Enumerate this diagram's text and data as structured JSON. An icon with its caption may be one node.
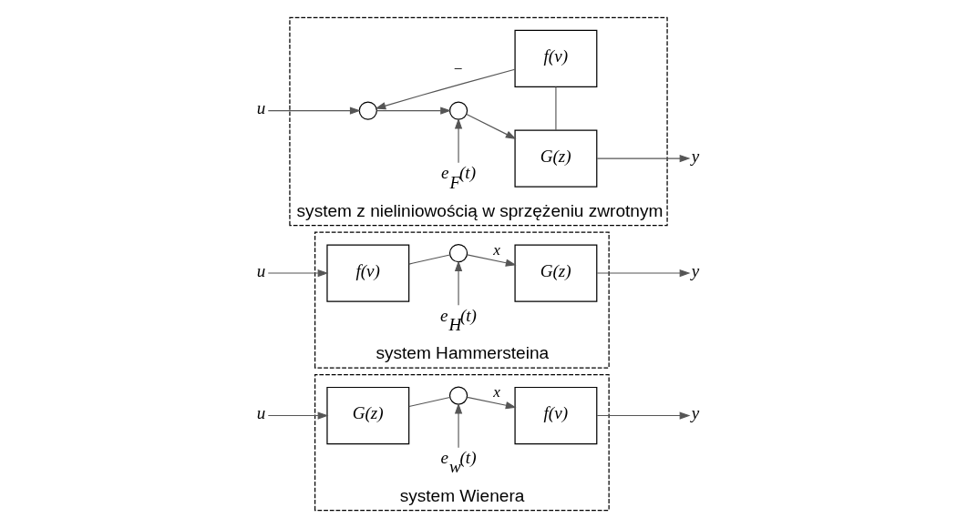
{
  "diagram": {
    "nodes": [
      {
        "text": [
          "system Wienera"
        ]
      },
      {
        "text": [
          "G(z)"
        ],
        "in": 0
      },
      {
        "text": [],
        "shape": "circle",
        "in": 0
      },
      {
        "text": [
          "f(v)"
        ],
        "in": 0
      },
      {
        "text": [
          "u"
        ]
      },
      {
        "text": [
          "y"
        ]
      },
      {
        "text": [
          "e$_{w}$(t)"
        ],
        "in": 0
      },
      {
        "text": [
          "system Hammersteina"
        ]
      },
      {
        "text": [
          "f(v)"
        ],
        "in": 7
      },
      {
        "text": [],
        "shape": "circle",
        "in": 7
      },
      {
        "text": [
          "G(z)"
        ],
        "in": 7
      },
      {
        "text": [
          "u"
        ]
      },
      {
        "text": [
          "y"
        ]
      },
      {
        "text": [
          "e$_{H}$(t)"
        ],
        "in": 7
      },
      {
        "text": [
          "system z nieliniowością w sprzężeniu zwrotnym"
        ]
      },
      {
        "text": [],
        "shape": "circle",
        "in": 14
      },
      {
        "text": [],
        "shape": "circle",
        "in": 14
      },
      {
        "text": [
          "G(z)"
        ],
        "in": 14
      },
      {
        "text": [
          "f(v)"
        ],
        "in": 14
      },
      {
        "text": [
          "u"
        ]
      },
      {
        "text": [
          "y"
        ]
      },
      {
        "text": [
          "e$_{F}$(t)"
        ],
        "in": 14
      }
    ],
    "edges": [
      {
        "from": 4,
        "to": 1,
        "arrow": "to"
      },
      {
        "from": 1,
        "to": 2,
        "arrow": "none"
      },
      {
        "from": 2,
        "to": 3,
        "arrow": "to",
        "label": "x"
      },
      {
        "from": 3,
        "to": 5,
        "arrow": "to"
      },
      {
        "from": 6,
        "to": 2,
        "arrow": "to"
      },
      {
        "from": 11,
        "to": 8,
        "arrow": "to"
      },
      {
        "from": 8,
        "to": 9,
        "arrow": "none"
      },
      {
        "from": 9,
        "to": 10,
        "arrow": "to",
        "label": "x"
      },
      {
        "from": 10,
        "to": 12,
        "arrow": "to"
      },
      {
        "from": 13,
        "to": 9,
        "arrow": "to"
      },
      {
        "from": 19,
        "to": 15,
        "arrow": "to"
      },
      {
        "from": 15,
        "to": 16,
        "arrow": "to"
      },
      {
        "from": 16,
        "to": 17,
        "arrow": "to"
      },
      {
        "from": 17,
        "to": 20,
        "arrow": "to"
      },
      {
        "from": 17,
        "to": 18,
        "arrow": "none"
      },
      {
        "from": 18,
        "to": 15,
        "arrow": "to",
        "label": "−"
      },
      {
        "from": 21,
        "to": 16,
        "arrow": "to"
      }
    ]
  }
}
